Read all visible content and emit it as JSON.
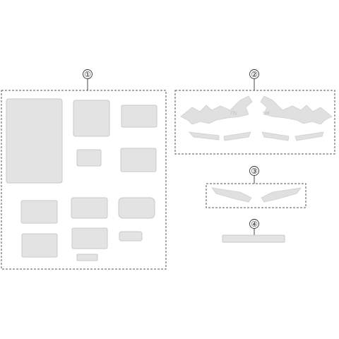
{
  "diagram": {
    "callouts": [
      {
        "id": "part-1",
        "label": "①"
      },
      {
        "id": "part-2",
        "label": "②"
      },
      {
        "id": "part-3",
        "label": "③"
      },
      {
        "id": "part-4",
        "label": "④"
      }
    ],
    "decal_text": {
      "left": "TRJ",
      "right": "SW"
    },
    "colors": {
      "outline": "#555555",
      "part_fill": "#e3e3e3",
      "part_stroke": "#c8c8c8"
    }
  }
}
